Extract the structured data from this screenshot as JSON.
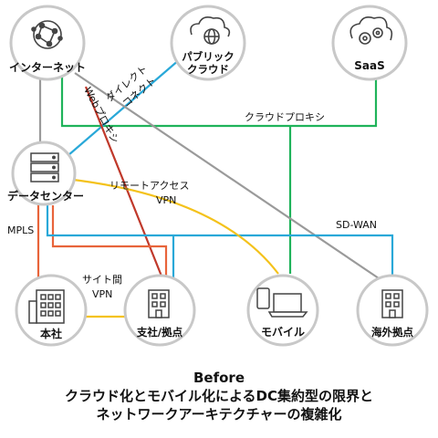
{
  "nodes": {
    "internet": "インターネット",
    "public_cloud": "パブリック\nクラウド",
    "saas": "SaaS",
    "datacenter": "データセンター",
    "hq": "本社",
    "branch": "支社/拠点",
    "mobile": "モバイル",
    "overseas": "海外拠点"
  },
  "links": {
    "direct_connect": "ダイレクト\nコネクト",
    "web_proxy": "Webプロキシ",
    "cloud_proxy": "クラウドプロキシ",
    "remote_access_vpn": "リモートアクセス\nVPN",
    "sd_wan": "SD-WAN",
    "mpls": "MPLS",
    "site_vpn": "サイト間\nVPN"
  },
  "title": {
    "line1": "Before",
    "line2": "クラウド化とモバイル化によるDC集約型の限界と",
    "line3": "ネットワークアーキテクチャーの複雑化"
  },
  "colors": {
    "green": "#1fb35a",
    "cyan": "#29a8d8",
    "gray": "#9a9a9a",
    "red": "#c0392b",
    "orange": "#e8643a",
    "yellow": "#f4c21b",
    "circle_stroke": "#c8c8c8",
    "icon": "#444444"
  }
}
